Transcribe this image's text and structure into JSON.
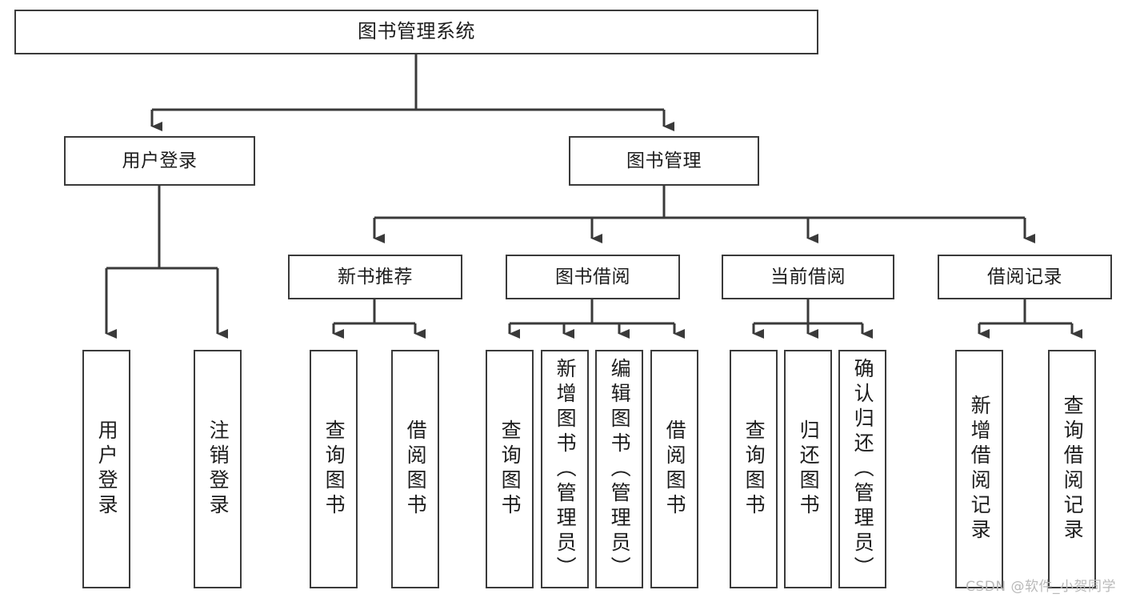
{
  "diagram": {
    "type": "tree-hierarchy",
    "title": "图书管理系统",
    "root": {
      "label": "图书管理系统"
    },
    "level2": [
      {
        "key": "user_login",
        "label": "用户登录"
      },
      {
        "key": "book_manage",
        "label": "图书管理"
      }
    ],
    "level3": [
      {
        "key": "new_book_recommend",
        "label": "新书推荐",
        "parent": "book_manage"
      },
      {
        "key": "book_borrow",
        "label": "图书借阅",
        "parent": "book_manage"
      },
      {
        "key": "current_borrow",
        "label": "当前借阅",
        "parent": "book_manage"
      },
      {
        "key": "borrow_record",
        "label": "借阅记录",
        "parent": "book_manage"
      }
    ],
    "leaves": [
      {
        "key": "leaf_user_login",
        "label": "用户登录",
        "parent": "user_login"
      },
      {
        "key": "leaf_user_logout",
        "label": "注销登录",
        "parent": "user_login"
      },
      {
        "key": "leaf_query_book_1",
        "label": "查询图书",
        "parent": "new_book_recommend"
      },
      {
        "key": "leaf_borrow_book_1",
        "label": "借阅图书",
        "parent": "new_book_recommend"
      },
      {
        "key": "leaf_query_book_2",
        "label": "查询图书",
        "parent": "book_borrow"
      },
      {
        "key": "leaf_add_book",
        "label": "新增图书（管理员）",
        "parent": "book_borrow"
      },
      {
        "key": "leaf_edit_book",
        "label": "编辑图书（管理员）",
        "parent": "book_borrow"
      },
      {
        "key": "leaf_borrow_book_2",
        "label": "借阅图书",
        "parent": "book_borrow"
      },
      {
        "key": "leaf_query_book_3",
        "label": "查询图书",
        "parent": "current_borrow"
      },
      {
        "key": "leaf_return_book",
        "label": "归还图书",
        "parent": "current_borrow"
      },
      {
        "key": "leaf_confirm_return",
        "label": "确认归还（管理员）",
        "parent": "current_borrow"
      },
      {
        "key": "leaf_add_record",
        "label": "新增借阅记录",
        "parent": "borrow_record"
      },
      {
        "key": "leaf_query_record",
        "label": "查询借阅记录",
        "parent": "borrow_record"
      }
    ],
    "colors": {
      "box_border": "#3a3a3a",
      "box_fill": "#ffffff",
      "connector": "#3a3a3a",
      "text": "#1d1d1d",
      "watermark": "#b9b9b9"
    }
  },
  "watermark": {
    "text": "CSDN @软件_小贺同学"
  }
}
